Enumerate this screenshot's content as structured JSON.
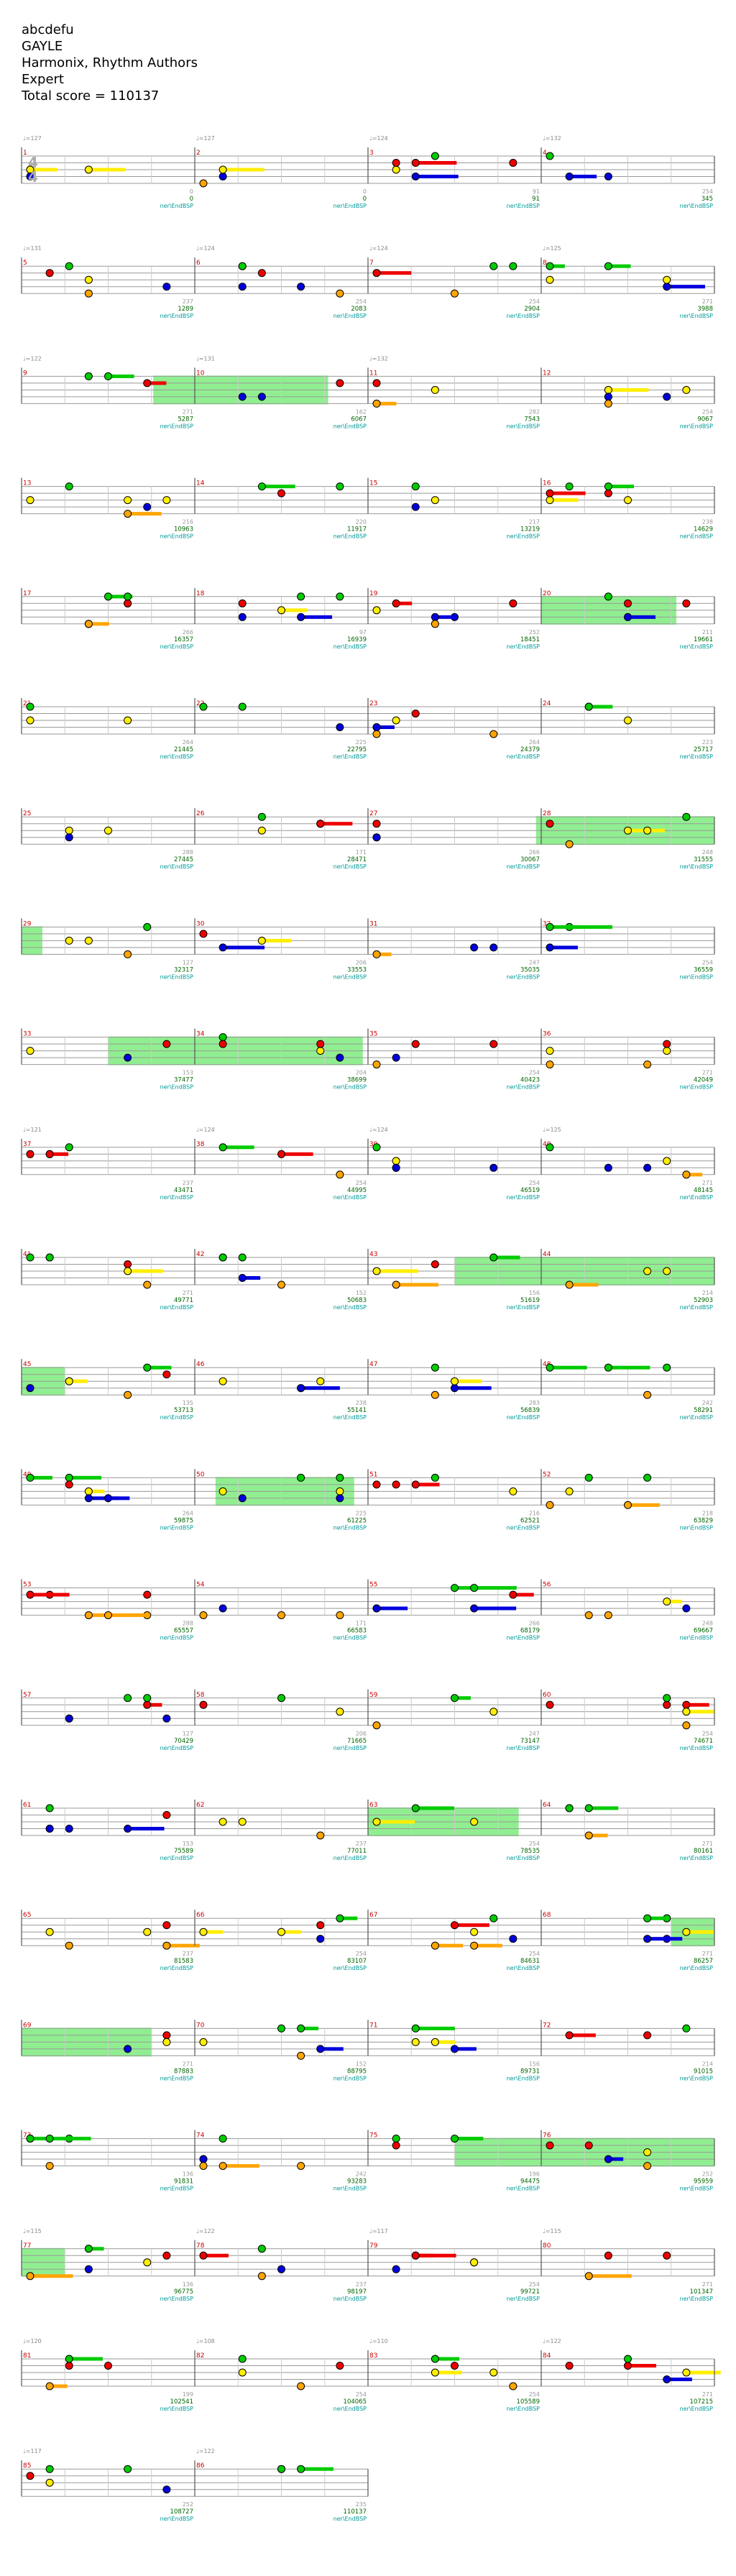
{
  "header": {
    "chart_name": "abcdefu",
    "artist": "GAYLE",
    "charter": "Harmonix, Rhythm Authors",
    "difficulty": "Expert",
    "total_score_label": "Total score = 110137"
  },
  "time_signature": {
    "top": "4",
    "bottom": "4"
  },
  "event_label": "ner\\EndBSP",
  "colors": {
    "green": "#00cc00",
    "red": "#ee0000",
    "yellow": "#ffee00",
    "blue": "#0000dd",
    "orange": "#ffa500",
    "starpower": "#90ee90",
    "measure_number": "#cc0000",
    "score_text": "#006600",
    "event_text": "#009999",
    "tempo_text": "#888888"
  },
  "measures": [
    {
      "n": "1",
      "score": "0",
      "count": "0",
      "tempo": "♩=127"
    },
    {
      "n": "2",
      "score": "0",
      "count": "0",
      "tempo": "♩=127"
    },
    {
      "n": "3",
      "score": "91",
      "count": "91",
      "tempo": "♩=124"
    },
    {
      "n": "4",
      "score": "345",
      "count": "254",
      "tempo": "♩=132"
    },
    {
      "n": "5",
      "score": "1289",
      "count": "237",
      "tempo": "♩=131"
    },
    {
      "n": "6",
      "score": "2083",
      "count": "254",
      "tempo": "♩=124"
    },
    {
      "n": "7",
      "score": "2904",
      "count": "254",
      "tempo": "♩=124"
    },
    {
      "n": "8",
      "score": "3988",
      "count": "271",
      "tempo": "♩=125"
    },
    {
      "n": "9",
      "score": "5287",
      "count": "271",
      "tempo": "♩=122"
    },
    {
      "n": "10",
      "score": "6067",
      "count": "162",
      "tempo": "♩=131"
    },
    {
      "n": "11",
      "score": "7543",
      "count": "282",
      "tempo": "♩=132"
    },
    {
      "n": "12",
      "score": "9067",
      "count": "254",
      "tempo": ""
    },
    {
      "n": "13",
      "score": "10963",
      "count": "216",
      "tempo": ""
    },
    {
      "n": "14",
      "score": "11917",
      "count": "220",
      "tempo": ""
    },
    {
      "n": "15",
      "score": "13219",
      "count": "217",
      "tempo": ""
    },
    {
      "n": "16",
      "score": "14629",
      "count": "238",
      "tempo": ""
    },
    {
      "n": "17",
      "score": "16357",
      "count": "266",
      "tempo": ""
    },
    {
      "n": "18",
      "score": "16939",
      "count": "97",
      "tempo": ""
    },
    {
      "n": "19",
      "score": "18451",
      "count": "252",
      "tempo": ""
    },
    {
      "n": "20",
      "score": "19661",
      "count": "211",
      "tempo": ""
    },
    {
      "n": "21",
      "score": "21445",
      "count": "264",
      "tempo": ""
    },
    {
      "n": "22",
      "score": "22795",
      "count": "225",
      "tempo": ""
    },
    {
      "n": "23",
      "score": "24379",
      "count": "264",
      "tempo": ""
    },
    {
      "n": "24",
      "score": "25717",
      "count": "223",
      "tempo": ""
    },
    {
      "n": "25",
      "score": "27445",
      "count": "288",
      "tempo": ""
    },
    {
      "n": "26",
      "score": "28471",
      "count": "171",
      "tempo": ""
    },
    {
      "n": "27",
      "score": "30067",
      "count": "266",
      "tempo": ""
    },
    {
      "n": "28",
      "score": "31555",
      "count": "248",
      "tempo": ""
    },
    {
      "n": "29",
      "score": "32317",
      "count": "127",
      "tempo": ""
    },
    {
      "n": "30",
      "score": "33553",
      "count": "206",
      "tempo": ""
    },
    {
      "n": "31",
      "score": "35035",
      "count": "247",
      "tempo": ""
    },
    {
      "n": "32",
      "score": "36559",
      "count": "254",
      "tempo": ""
    },
    {
      "n": "33",
      "score": "37477",
      "count": "153",
      "tempo": ""
    },
    {
      "n": "34",
      "score": "38699",
      "count": "204",
      "tempo": ""
    },
    {
      "n": "35",
      "score": "40423",
      "count": "254",
      "tempo": ""
    },
    {
      "n": "36",
      "score": "42049",
      "count": "271",
      "tempo": ""
    },
    {
      "n": "37",
      "score": "43471",
      "count": "237",
      "tempo": "♩=121"
    },
    {
      "n": "38",
      "score": "44995",
      "count": "254",
      "tempo": "♩=124"
    },
    {
      "n": "39",
      "score": "46519",
      "count": "254",
      "tempo": "♩=124"
    },
    {
      "n": "40",
      "score": "48145",
      "count": "271",
      "tempo": "♩=125"
    },
    {
      "n": "41",
      "score": "49771",
      "count": "271",
      "tempo": ""
    },
    {
      "n": "42",
      "score": "50683",
      "count": "152",
      "tempo": ""
    },
    {
      "n": "43",
      "score": "51619",
      "count": "156",
      "tempo": ""
    },
    {
      "n": "44",
      "score": "52903",
      "count": "214",
      "tempo": ""
    },
    {
      "n": "45",
      "score": "53713",
      "count": "135",
      "tempo": ""
    },
    {
      "n": "46",
      "score": "55141",
      "count": "238",
      "tempo": ""
    },
    {
      "n": "47",
      "score": "56839",
      "count": "283",
      "tempo": ""
    },
    {
      "n": "48",
      "score": "58291",
      "count": "242",
      "tempo": ""
    },
    {
      "n": "49",
      "score": "59875",
      "count": "264",
      "tempo": ""
    },
    {
      "n": "50",
      "score": "61225",
      "count": "225",
      "tempo": ""
    },
    {
      "n": "51",
      "score": "62521",
      "count": "216",
      "tempo": ""
    },
    {
      "n": "52",
      "score": "63829",
      "count": "218",
      "tempo": ""
    },
    {
      "n": "53",
      "score": "65557",
      "count": "288",
      "tempo": ""
    },
    {
      "n": "54",
      "score": "66583",
      "count": "171",
      "tempo": ""
    },
    {
      "n": "55",
      "score": "68179",
      "count": "266",
      "tempo": ""
    },
    {
      "n": "56",
      "score": "69667",
      "count": "248",
      "tempo": ""
    },
    {
      "n": "57",
      "score": "70429",
      "count": "127",
      "tempo": ""
    },
    {
      "n": "58",
      "score": "71665",
      "count": "206",
      "tempo": ""
    },
    {
      "n": "59",
      "score": "73147",
      "count": "247",
      "tempo": ""
    },
    {
      "n": "60",
      "score": "74671",
      "count": "254",
      "tempo": ""
    },
    {
      "n": "61",
      "score": "75589",
      "count": "153",
      "tempo": ""
    },
    {
      "n": "62",
      "score": "77011",
      "count": "237",
      "tempo": ""
    },
    {
      "n": "63",
      "score": "78535",
      "count": "254",
      "tempo": ""
    },
    {
      "n": "64",
      "score": "80161",
      "count": "271",
      "tempo": ""
    },
    {
      "n": "65",
      "score": "81583",
      "count": "237",
      "tempo": ""
    },
    {
      "n": "66",
      "score": "83107",
      "count": "254",
      "tempo": ""
    },
    {
      "n": "67",
      "score": "84631",
      "count": "254",
      "tempo": ""
    },
    {
      "n": "68",
      "score": "86257",
      "count": "271",
      "tempo": ""
    },
    {
      "n": "69",
      "score": "87883",
      "count": "271",
      "tempo": ""
    },
    {
      "n": "70",
      "score": "88795",
      "count": "152",
      "tempo": ""
    },
    {
      "n": "71",
      "score": "89731",
      "count": "156",
      "tempo": ""
    },
    {
      "n": "72",
      "score": "91015",
      "count": "214",
      "tempo": ""
    },
    {
      "n": "73",
      "score": "91831",
      "count": "136",
      "tempo": ""
    },
    {
      "n": "74",
      "score": "93283",
      "count": "242",
      "tempo": ""
    },
    {
      "n": "75",
      "score": "94475",
      "count": "196",
      "tempo": ""
    },
    {
      "n": "76",
      "score": "95959",
      "count": "252",
      "tempo": ""
    },
    {
      "n": "77",
      "score": "96775",
      "count": "136",
      "tempo": "♩=115"
    },
    {
      "n": "78",
      "score": "98197",
      "count": "237",
      "tempo": "♩=122"
    },
    {
      "n": "79",
      "score": "99721",
      "count": "254",
      "tempo": "♩=117"
    },
    {
      "n": "80",
      "score": "101347",
      "count": "271",
      "tempo": "♩=115"
    },
    {
      "n": "81",
      "score": "102541",
      "count": "199",
      "tempo": "♩=120"
    },
    {
      "n": "82",
      "score": "104065",
      "count": "254",
      "tempo": "♩=108"
    },
    {
      "n": "83",
      "score": "105589",
      "count": "254",
      "tempo": "♩=110"
    },
    {
      "n": "84",
      "score": "107215",
      "count": "271",
      "tempo": "♩=122"
    },
    {
      "n": "85",
      "score": "108727",
      "count": "252",
      "tempo": "♩=117"
    },
    {
      "n": "86",
      "score": "110137",
      "count": "235",
      "tempo": "♩=122"
    }
  ],
  "starpower_sections": [
    {
      "row": 2,
      "from": 0.76,
      "to": 1.77
    },
    {
      "row": 4,
      "from": 3.0,
      "to": 3.78
    },
    {
      "row": 6,
      "from": 2.97,
      "to": 4.0
    },
    {
      "row": 7,
      "from": 0.0,
      "to": 0.12
    },
    {
      "row": 8,
      "from": 0.5,
      "to": 1.97
    },
    {
      "row": 10,
      "from": 2.5,
      "to": 4.0
    },
    {
      "row": 11,
      "from": 0.0,
      "to": 0.25
    },
    {
      "row": 12,
      "from": 1.12,
      "to": 1.92
    },
    {
      "row": 15,
      "from": 2.0,
      "to": 2.87
    },
    {
      "row": 16,
      "from": 3.75,
      "to": 4.0
    },
    {
      "row": 17,
      "from": 0.0,
      "to": 0.75
    },
    {
      "row": 18,
      "from": 2.5,
      "to": 4.0
    },
    {
      "row": 19,
      "from": 0.0,
      "to": 0.25
    }
  ]
}
